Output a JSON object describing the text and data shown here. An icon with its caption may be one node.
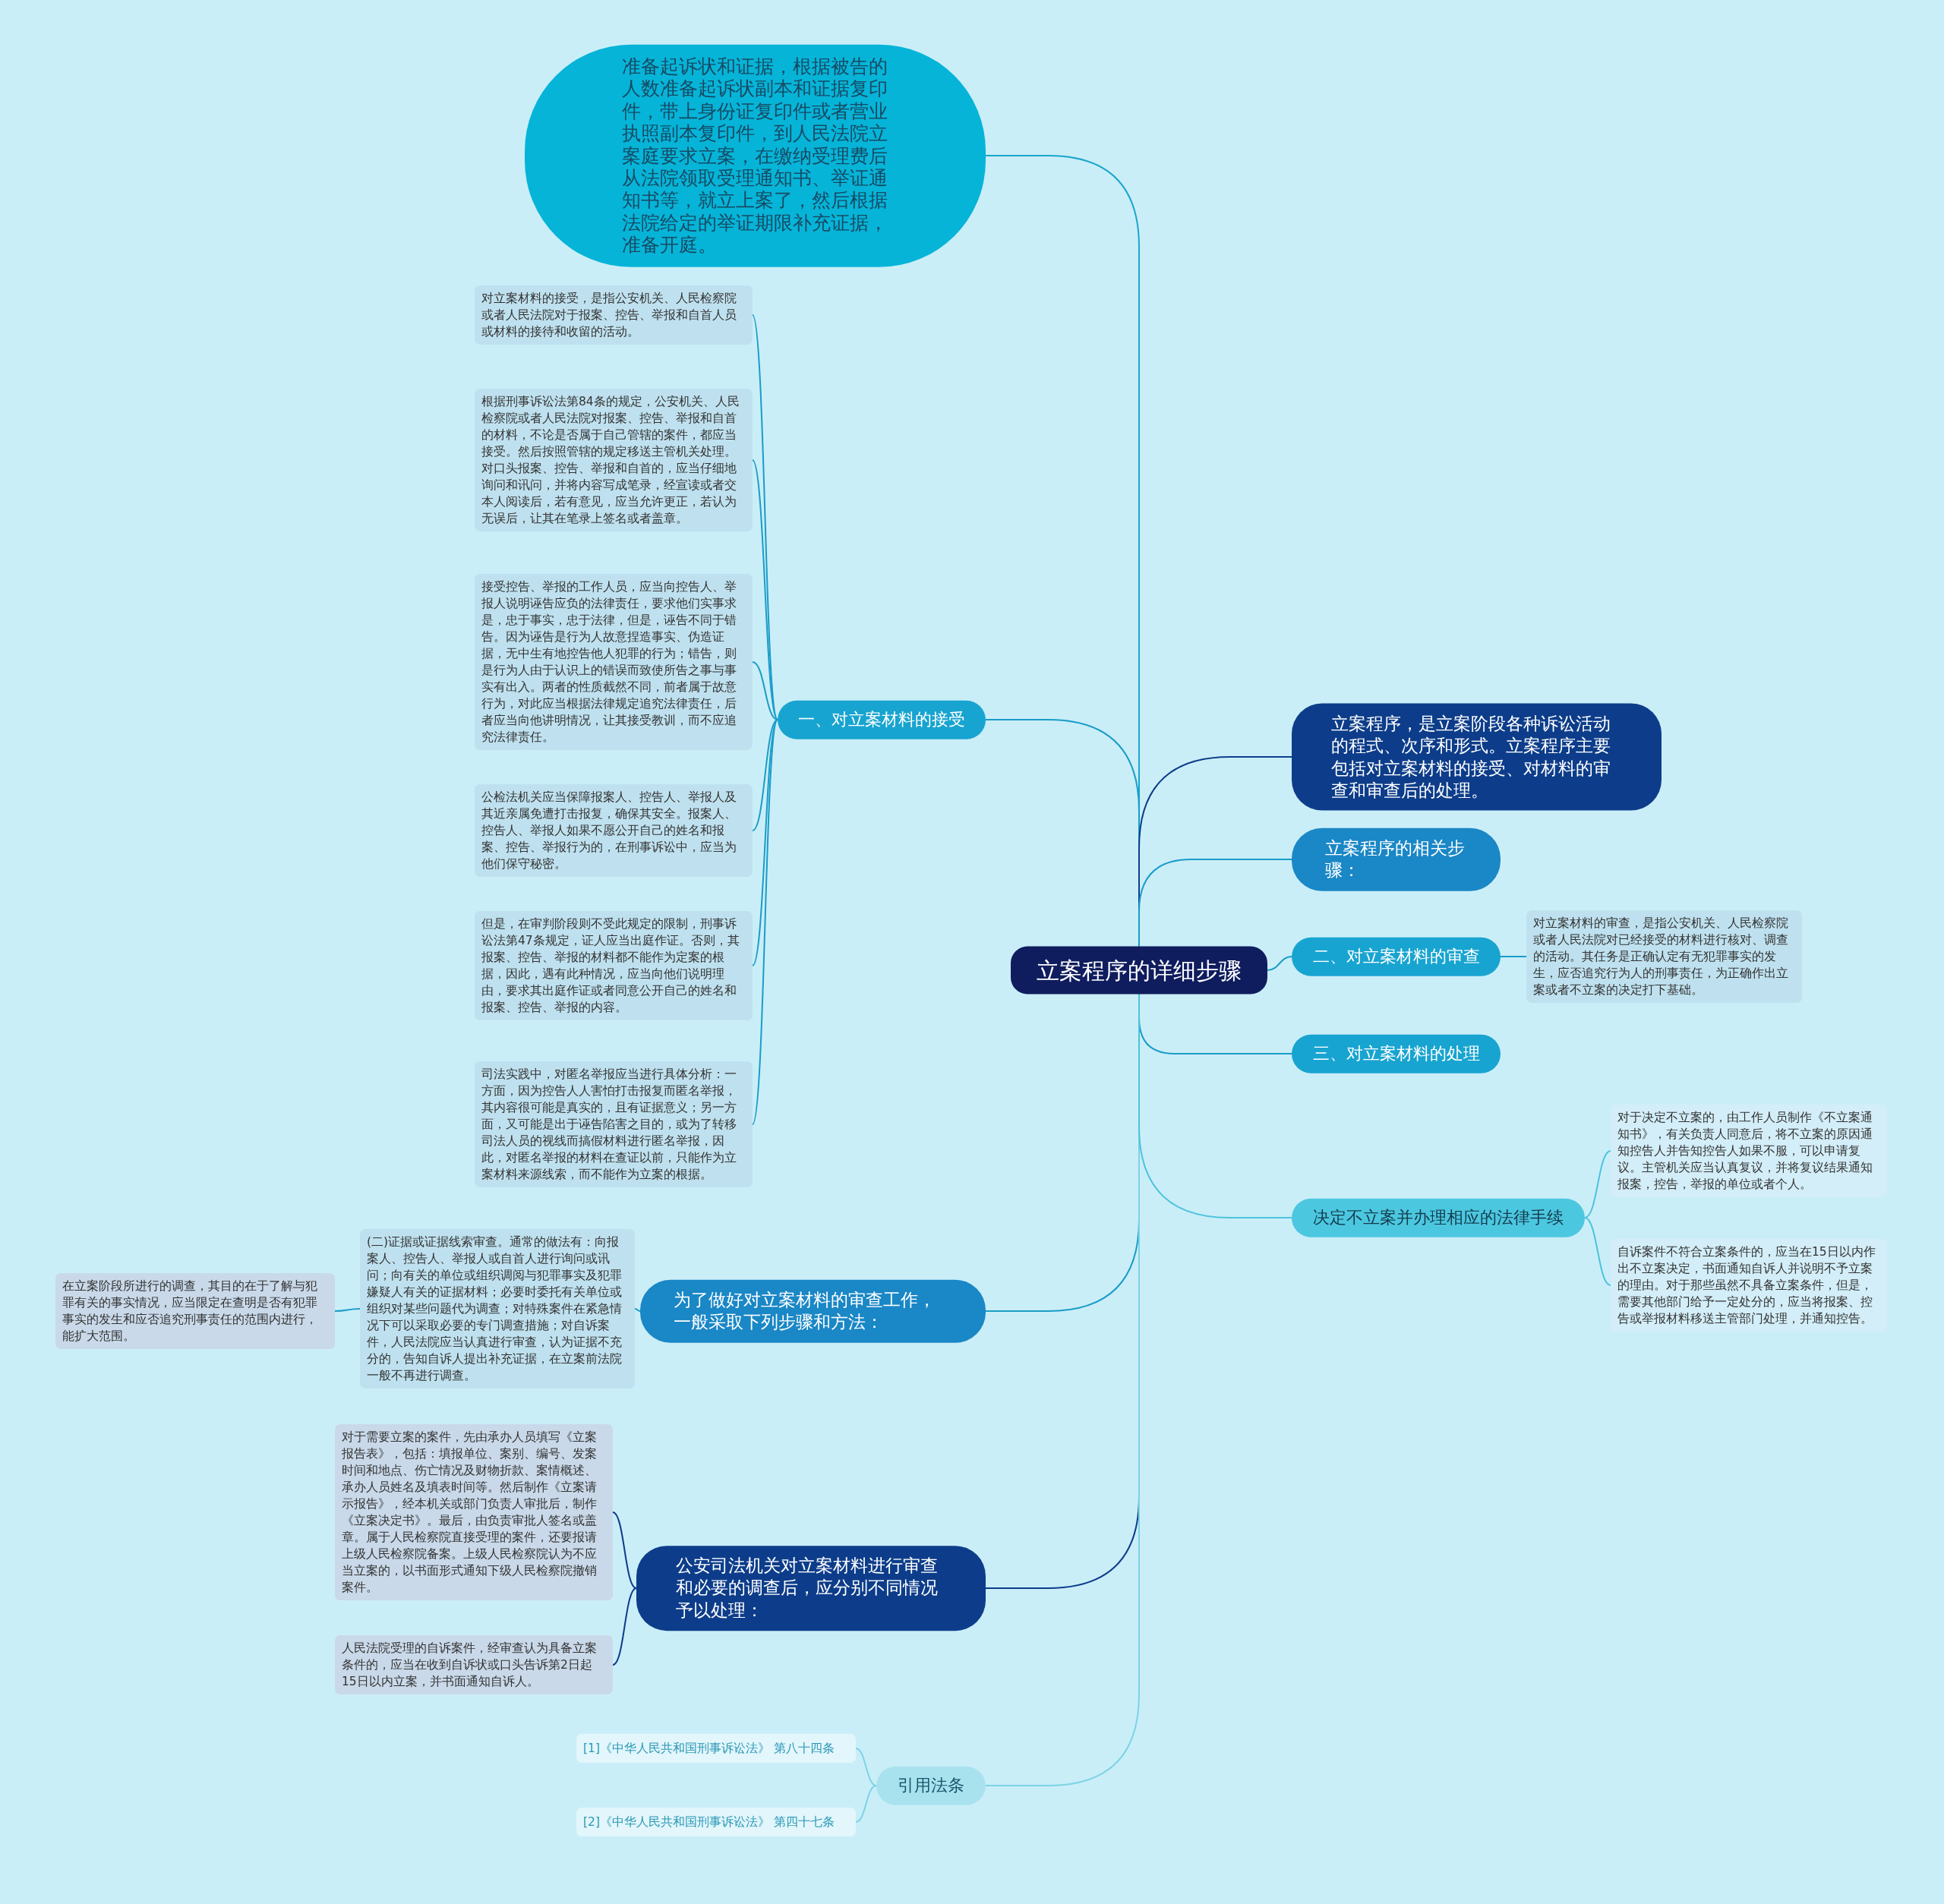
{
  "diagram": {
    "nodes": [
      {
        "text": [
          "立案程序的详细步骤"
        ]
      },
      {
        "text": [
          "准备起诉状和证据，根据被告的人数准备起诉状副本和证据复印件，带上身份证复印件或者营业执照副本复印件，到人民法院立案庭要求立案，在缴纳受理费后从法院领取受理通知书、举证通知书等，就立上案了，然后根据法院给定的举证期限补充证据，准备开庭。"
        ]
      },
      {
        "text": [
          "一、对立案材料的接受"
        ]
      },
      {
        "text": [
          "对立案材料的接受，是指公安机关、人民检察院或者人民法院对于报案、控告、举报和自首人员或材料的接待和收留的活动。"
        ]
      },
      {
        "text": [
          "根据刑事诉讼法第84条的规定，公安机关、人民检察院或者人民法院对报案、控告、举报和自首的材料，不论是否属于自己管辖的案件，都应当接受。然后按照管辖的规定移送主管机关处理。对口头报案、控告、举报和自首的，应当仔细地询问和讯问，并将内容写成笔录，经宣读或者交本人阅读后，若有意见，应当允许更正，若认为无误后，让其在笔录上签名或者盖章。"
        ]
      },
      {
        "text": [
          "接受控告、举报的工作人员，应当向控告人、举报人说明诬告应负的法律责任，要求他们实事求是，忠于事实，忠于法律，但是，诬告不同于错告。因为诬告是行为人故意捏造事实、伪造证据，无中生有地控告他人犯罪的行为；错告，则是行为人由于认识上的错误而致使所告之事与事实有出入。两者的性质截然不同，前者属于故意行为，对此应当根据法律规定追究法律责任，后者应当向他讲明情况，让其接受教训，而不应追究法律责任。"
        ]
      },
      {
        "text": [
          "公检法机关应当保障报案人、控告人、举报人及其近亲属免遭打击报复，确保其安全。报案人、控告人、举报人如果不愿公开自己的姓名和报案、控告、举报行为的，在刑事诉讼中，应当为他们保守秘密。"
        ]
      },
      {
        "text": [
          "但是，在审判阶段则不受此规定的限制，刑事诉讼法第47条规定，证人应当出庭作证。否则，其报案、控告、举报的材料都不能作为定案的根据，因此，遇有此种情况，应当向他们说明理由，要求其出庭作证或者同意公开自己的姓名和报案、控告、举报的内容。"
        ]
      },
      {
        "text": [
          "司法实践中，对匿名举报应当进行具体分析：一方面，因为控告人人害怕打击报复而匿名举报，其内容很可能是真实的，且有证据意义；另一方面，又可能是出于诬告陷害之目的，或为了转移司法人员的视线而搞假材料进行匿名举报，因此，对匿名举报的材料在查证以前，只能作为立案材料来源线索，而不能作为立案的根据。"
        ]
      },
      {
        "text": [
          "为了做好对立案材料的审查工作，一般采取下列步骤和方法："
        ]
      },
      {
        "text": [
          "(二)证据或证据线索审查。通常的做法有：向报案人、控告人、举报人或自首人进行询问或讯问；向有关的单位或组织调阅与犯罪事实及犯罪嫌疑人有关的证据材料；必要时委托有关单位或组织对某些问题代为调查；对特殊案件在紧急情况下可以采取必要的专门调查措施；对自诉案件，人民法院应当认真进行审查，认为证据不充分的，告知自诉人提出补充证据，在立案前法院一般不再进行调查。"
        ]
      },
      {
        "text": [
          "在立案阶段所进行的调查，其目的在于了解与犯罪有关的事实情况，应当限定在查明是否有犯罪事实的发生和应否追究刑事责任的范围内进行，能扩大范围。"
        ]
      },
      {
        "text": [
          "公安司法机关对立案材料进行审查和必要的调查后，应分别不同情况予以处理："
        ]
      },
      {
        "text": [
          "对于需要立案的案件，先由承办人员填写《立案报告表》，包括：填报单位、案别、编号、发案时间和地点、伤亡情况及财物折款、案情概述、承办人员姓名及填表时间等。然后制作《立案请示报告》，经本机关或部门负责人审批后，制作《立案决定书》。最后，由负责审批人签名或盖章。属于人民检察院直接受理的案件，还要报请上级人民检察院备案。上级人民检察院认为不应当立案的，以书面形式通知下级人民检察院撤销案件。"
        ]
      },
      {
        "text": [
          "人民法院受理的自诉案件，经审查认为具备立案条件的，应当在收到自诉状或口头告诉第2日起15日以内立案，并书面通知自诉人。"
        ]
      },
      {
        "text": [
          "引用法条"
        ]
      },
      {
        "text": [
          "[1]《中华人民共和国刑事诉讼法》 第八十四条"
        ]
      },
      {
        "text": [
          "[2]《中华人民共和国刑事诉讼法》 第四十七条"
        ]
      },
      {
        "text": [
          "立案程序，是立案阶段各种诉讼活动的程式、次序和形式。立案程序主要包括对立案材料的接受、对材料的审查和审查后的处理。"
        ]
      },
      {
        "text": [
          "立案程序的相关步骤："
        ]
      },
      {
        "text": [
          "二、对立案材料的审查"
        ]
      },
      {
        "text": [
          "对立案材料的审查，是指公安机关、人民检察院或者人民法院对已经接受的材料进行核对、调查的活动。其任务是正确认定有无犯罪事实的发生，应否追究行为人的刑事责任，为正确作出立案或者不立案的决定打下基础。"
        ]
      },
      {
        "text": [
          "三、对立案材料的处理"
        ]
      },
      {
        "text": [
          "决定不立案并办理相应的法律手续"
        ]
      },
      {
        "text": [
          "对于决定不立案的，由工作人员制作《不立案通知书》，有关负责人同意后，将不立案的原因通知控告人并告知控告人如果不服，可以申请复议。主管机关应当认真复议，并将复议结果通知报案，控告，举报的单位或者个人。"
        ]
      },
      {
        "text": [
          "自诉案件不符合立案条件的，应当在15日以内作出不立案决定，书面通知自诉人并说明不予立案的理由。对于那些虽然不具备立案条件，但是，需要其他部门给予一定处分的，应当将报案、控告或举报材料移送主管部门处理，并通知控告。"
        ]
      }
    ],
    "edges": [
      {
        "from": 0,
        "to": 1,
        "arrow": "none",
        "color": "#1aa6cc"
      },
      {
        "from": 0,
        "to": 2,
        "arrow": "none"
      },
      {
        "from": 2,
        "to": 3,
        "arrow": "none"
      },
      {
        "from": 2,
        "to": 4,
        "arrow": "none"
      },
      {
        "from": 2,
        "to": 5,
        "arrow": "none"
      },
      {
        "from": 2,
        "to": 6,
        "arrow": "none"
      },
      {
        "from": 2,
        "to": 7,
        "arrow": "none"
      },
      {
        "from": 2,
        "to": 8,
        "arrow": "none"
      },
      {
        "from": 0,
        "to": 9,
        "arrow": "none"
      },
      {
        "from": 9,
        "to": 10,
        "arrow": "none"
      },
      {
        "from": 10,
        "to": 11,
        "arrow": "none"
      },
      {
        "from": 0,
        "to": 12,
        "arrow": "none",
        "color": "#0d3d8a"
      },
      {
        "from": 12,
        "to": 13,
        "arrow": "none",
        "color": "#0d3d8a"
      },
      {
        "from": 12,
        "to": 14,
        "arrow": "none",
        "color": "#0d3d8a"
      },
      {
        "from": 0,
        "to": 15,
        "arrow": "none",
        "color": "#7dd3e6"
      },
      {
        "from": 15,
        "to": 16,
        "arrow": "none",
        "color": "#7dd3e6"
      },
      {
        "from": 15,
        "to": 17,
        "arrow": "none",
        "color": "#7dd3e6"
      },
      {
        "from": 0,
        "to": 18,
        "arrow": "none",
        "color": "#0d3d8a"
      },
      {
        "from": 0,
        "to": 19,
        "arrow": "none"
      },
      {
        "from": 0,
        "to": 20,
        "arrow": "none"
      },
      {
        "from": 20,
        "to": 21,
        "arrow": "none"
      },
      {
        "from": 0,
        "to": 22,
        "arrow": "none"
      },
      {
        "from": 0,
        "to": 23,
        "arrow": "none",
        "color": "#4dc3dc"
      },
      {
        "from": 23,
        "to": 24,
        "arrow": "none",
        "color": "#4dc3dc"
      },
      {
        "from": 23,
        "to": 25,
        "arrow": "none",
        "color": "#4dc3dc"
      }
    ]
  }
}
